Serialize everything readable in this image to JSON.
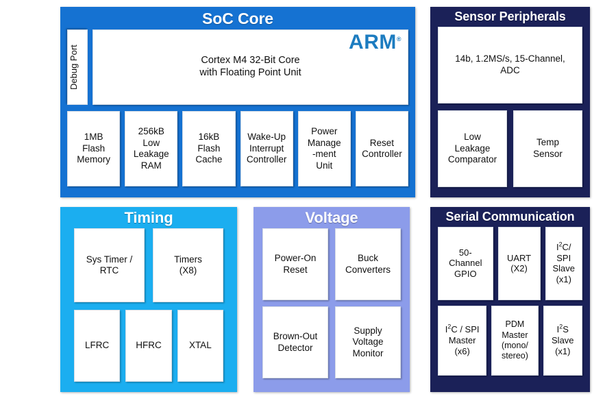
{
  "diagram": {
    "background": "#FFFFFF",
    "panels": {
      "soc_core": {
        "title": "SoC Core",
        "color": "#1572D2",
        "logo": "ARM",
        "logo_color": "#1C7CC0",
        "debug_port": "Debug Port",
        "core_line1": "Cortex M4 32-Bit Core",
        "core_line2": "with Floating Point Unit",
        "blocks": [
          "1MB Flash Memory",
          "256kB Low Leakage RAM",
          "16kB Flash Cache",
          "Wake-Up Interrupt Controller",
          "Power Manage -ment Unit",
          "Reset Controller"
        ]
      },
      "sensor_peripherals": {
        "title": "Sensor Peripherals",
        "color": "#1B2158",
        "adc": "14b, 1.2MS/s, 15-Channel, ADC",
        "blocks": [
          "Low Leakage Comparator",
          "Temp Sensor"
        ]
      },
      "timing": {
        "title": "Timing",
        "color": "#1BAEF0",
        "row1": [
          "Sys Timer / RTC",
          "Timers (X8)"
        ],
        "row2": [
          "LFRC",
          "HFRC",
          "XTAL"
        ]
      },
      "voltage": {
        "title": "Voltage",
        "color": "#8C9CEA",
        "row1": [
          "Power-On Reset",
          "Buck Converters"
        ],
        "row2": [
          "Brown-Out Detector",
          "Supply Voltage Monitor"
        ]
      },
      "serial_communication": {
        "title": "Serial Communication",
        "color": "#1B2158",
        "row1": [
          "50- Channel GPIO",
          "UART (X2)",
          "I2C/ SPI Slave (x1)"
        ],
        "row2": [
          "I2C / SPI Master (x6)",
          "PDM Master (mono/ stereo)",
          "I2S Slave (x1)"
        ]
      }
    }
  }
}
